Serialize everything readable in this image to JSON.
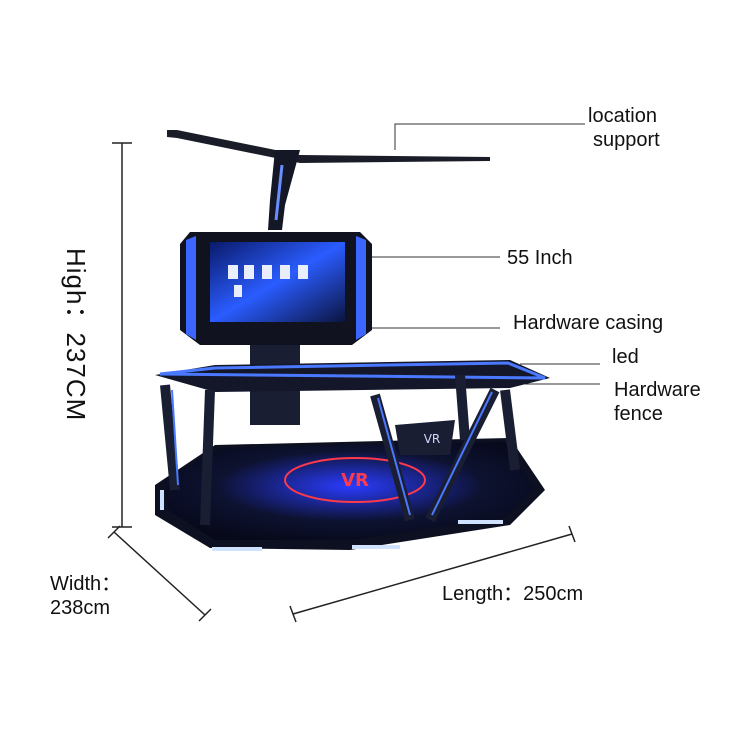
{
  "labels": {
    "location_support": [
      "location",
      "support"
    ],
    "screen_size": "55 Inch",
    "hardware_casing": "Hardware casing",
    "led": "led",
    "hardware_fence": [
      "Hardware",
      "fence"
    ],
    "height": "High：237CM",
    "width": [
      "Width：",
      "238cm"
    ],
    "length": "Length：250cm"
  },
  "product_logo": "VR",
  "colors": {
    "accent_blue": "#2f6bff",
    "led_glow": "#bcd8ff",
    "frame_dark": "#15182a",
    "floor_logo_red": "#ff3a4a"
  }
}
